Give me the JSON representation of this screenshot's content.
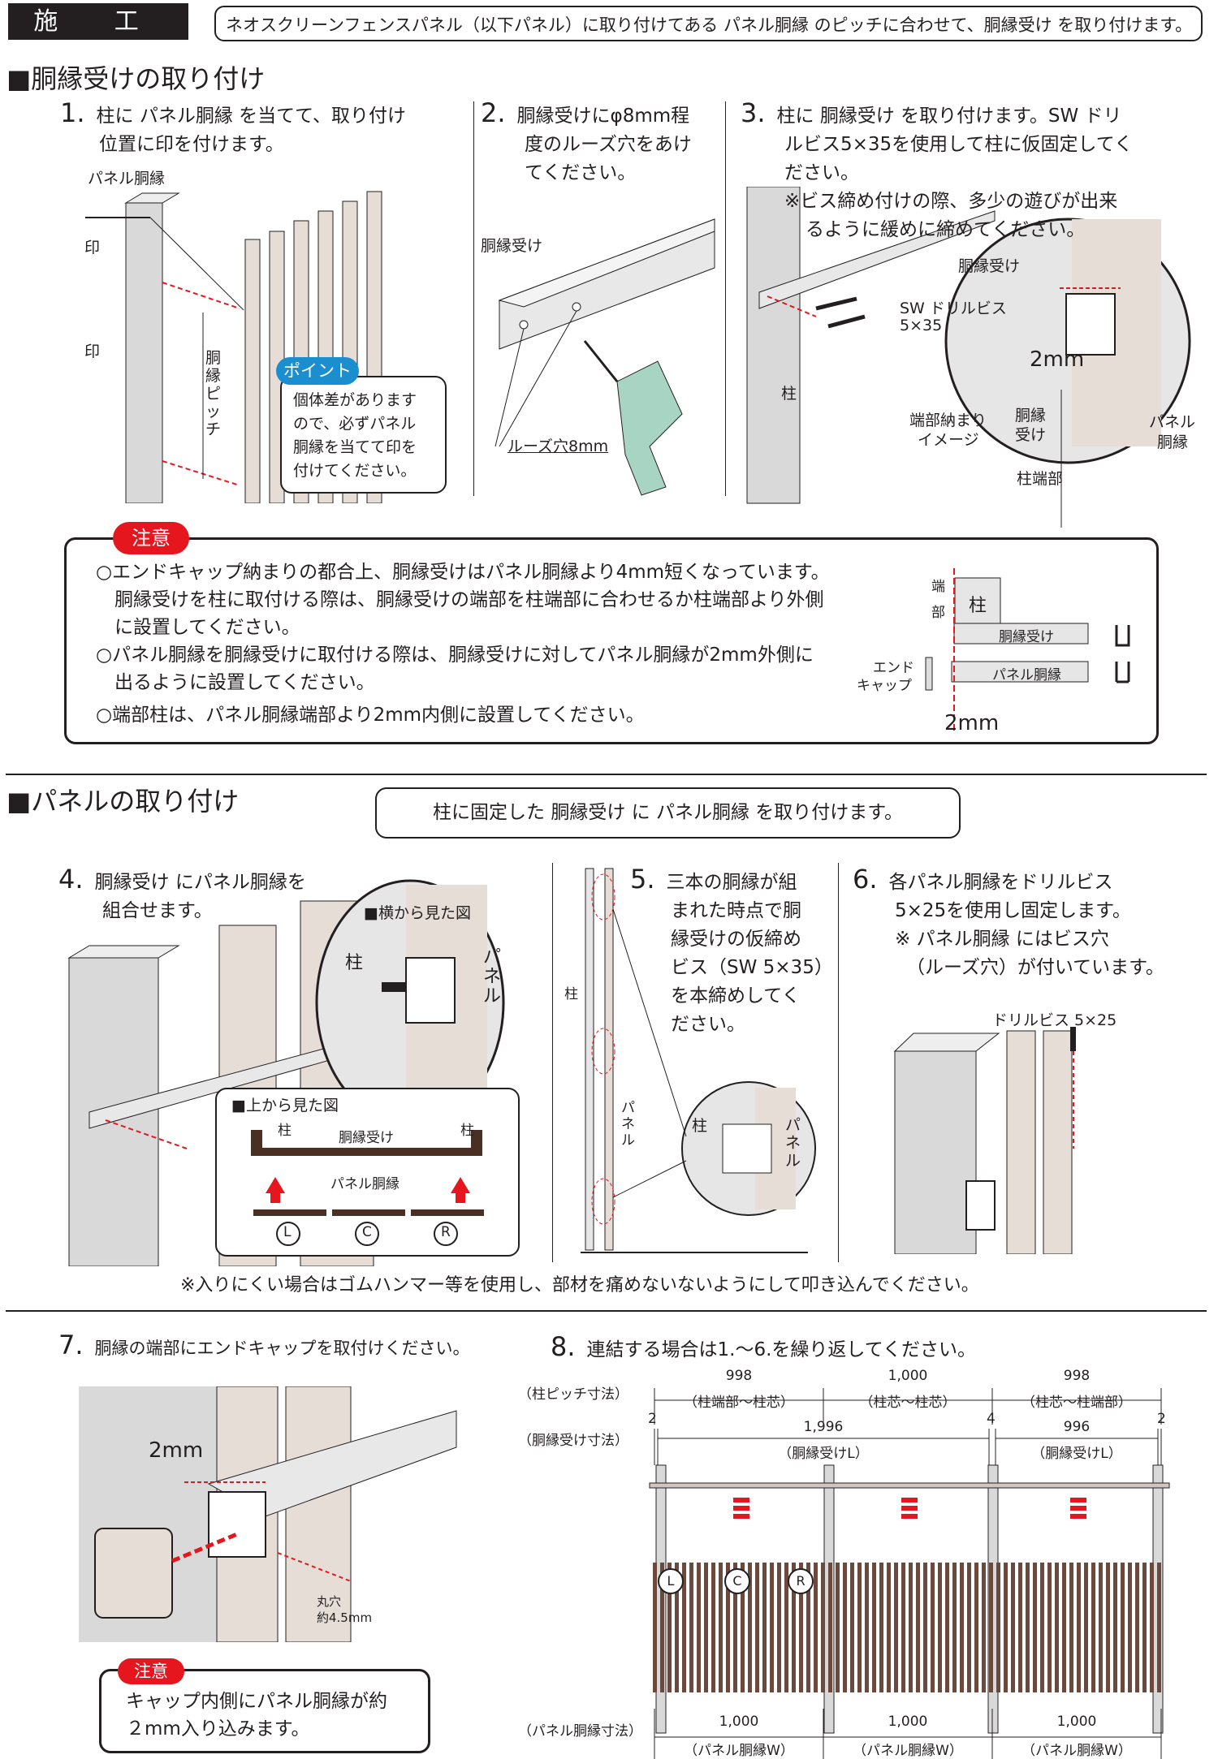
{
  "header": {
    "title": "施 工",
    "intro": "ネオスクリーンフェンスパネル（以下パネル）に取り付けてある パネル胴縁 のピッチに合わせて、胴縁受け を取り付けます。"
  },
  "section1": {
    "title": "■胴縁受けの取り付け",
    "steps": [
      {
        "num": "1.",
        "text1": "柱に パネル胴縁 を当てて、取り付け",
        "text2": "位置に印を付けます。"
      },
      {
        "num": "2.",
        "text1": "胴縁受けにφ8mm程",
        "text2": "度のルーズ穴をあけ",
        "text3": "てください。"
      },
      {
        "num": "3.",
        "text1": "柱に 胴縁受け を取り付けます。SW ドリ",
        "text2": "ルビス5×35を使用して柱に仮固定してく",
        "text3": "ださい。",
        "text4": "※ビス締め付けの際、多少の遊びが出来",
        "text5": "るように緩めに締めてください。"
      }
    ],
    "fig1": {
      "panel_label": "パネル胴縁",
      "mark1": "印",
      "mark2": "印",
      "pitch": "胴縁ピッチ",
      "point_badge": "ポイント",
      "point_text": [
        "個体差があります",
        "ので、必ずパネル",
        "胴縁を当てて印を",
        "付けてください。"
      ]
    },
    "fig2": {
      "receiver": "胴縁受け",
      "hole": "ルーズ穴8mm"
    },
    "fig3": {
      "receiver": "胴縁受け",
      "screw": "SW ドリルビス",
      "screw_size": "5×35",
      "post": "柱",
      "end_image": "端部納まり",
      "end_image2": "イメージ",
      "dim": "2mm",
      "d_receiver": "胴縁",
      "d_receiver2": "受け",
      "d_panel": "パネル",
      "d_panel2": "胴縁",
      "d_post_end": "柱端部"
    }
  },
  "caution1": {
    "badge": "注意",
    "items": [
      "○エンドキャップ納まりの都合上、胴縁受けはパネル胴縁より4mm短くなっています。",
      "　胴縁受けを柱に取付ける際は、胴縁受けの端部を柱端部に合わせるか柱端部より外側",
      "　に設置してください。",
      "○パネル胴縁を胴縁受けに取付ける際は、胴縁受けに対してパネル胴縁が2mm外側に",
      "　出るように設置してください。",
      "○端部柱は、パネル胴縁端部より2mm内側に設置してください。"
    ],
    "diagram": {
      "end": "端",
      "part": "部",
      "post": "柱",
      "receiver": "胴縁受け",
      "panel": "パネル胴縁",
      "cap1": "エンド",
      "cap2": "キャップ",
      "dim": "2mm"
    }
  },
  "section2": {
    "title": "■パネルの取り付け",
    "banner": "柱に固定した 胴縁受け に パネル胴縁 を取り付けます。"
  },
  "step4": {
    "num": "4.",
    "text1": "胴縁受け にパネル胴縁を",
    "text2": "組合せます。",
    "side_view": "■横から見た図",
    "post": "柱",
    "panel": "パネル",
    "top_view": "■上から見た図",
    "post_l": "柱",
    "post_r": "柱",
    "receiver": "胴縁受け",
    "panel_rail": "パネル胴縁",
    "markers": [
      "L",
      "C",
      "R"
    ]
  },
  "step5": {
    "num": "5.",
    "lines": [
      "三本の胴縁が組",
      "まれた時点で胴",
      "縁受けの仮締め",
      "ビス（SW 5×35）",
      "を本締めしてく",
      "ださい。"
    ],
    "post": "柱",
    "panel": "パネル",
    "detail_post": "柱",
    "detail_panel": "パネル"
  },
  "step6": {
    "num": "6.",
    "text1": "各パネル胴縁をドリルビス",
    "text2": "5×25を使用し固定します。",
    "text3": "※ パネル胴縁 にはビス穴",
    "text4": "（ルーズ穴）が付いています。",
    "screw": "ドリルビス 5×25"
  },
  "note": "※入りにくい場合はゴムハンマー等を使用し、部材を痛めないないようにして叩き込んでください。",
  "step7": {
    "num": "7.",
    "text": "胴縁の端部にエンドキャップを取付けください。",
    "dim": "2mm",
    "hole1": "丸穴",
    "hole2": "約4.5mm",
    "caution_badge": "注意",
    "caution1": "キャップ内側にパネル胴縁が約",
    "caution2": "２mm入り込みます。"
  },
  "step8": {
    "num": "8.",
    "text": "連結する場合は1.～6.を繰り返してください。",
    "row_pitch": "（柱ピッチ寸法）",
    "row_receiver": "（胴縁受け寸法）",
    "row_panel": "（パネル胴縁寸法）",
    "pitch": [
      {
        "value": "998",
        "desc": "（柱端部～柱芯）"
      },
      {
        "value": "1,000",
        "desc": "（柱芯～柱芯）"
      },
      {
        "value": "998",
        "desc": "（柱芯～柱端部）"
      }
    ],
    "gaps": [
      "2",
      "4",
      "2"
    ],
    "receiver": [
      {
        "value": "1,996",
        "desc": "（胴縁受けL）"
      },
      {
        "value": "996",
        "desc": "（胴縁受けL）"
      }
    ],
    "panel": [
      {
        "value": "1,000",
        "desc": "（パネル胴縁W）"
      },
      {
        "value": "1,000",
        "desc": "（パネル胴縁W）"
      },
      {
        "value": "1,000",
        "desc": "（パネル胴縁W）"
      }
    ],
    "markers": [
      "L",
      "C",
      "R"
    ]
  },
  "colors": {
    "accent_red": "#e5161e",
    "post_gray": "#d9d9d9",
    "panel_beige": "#e6ddd6",
    "dark": "#231f20"
  }
}
